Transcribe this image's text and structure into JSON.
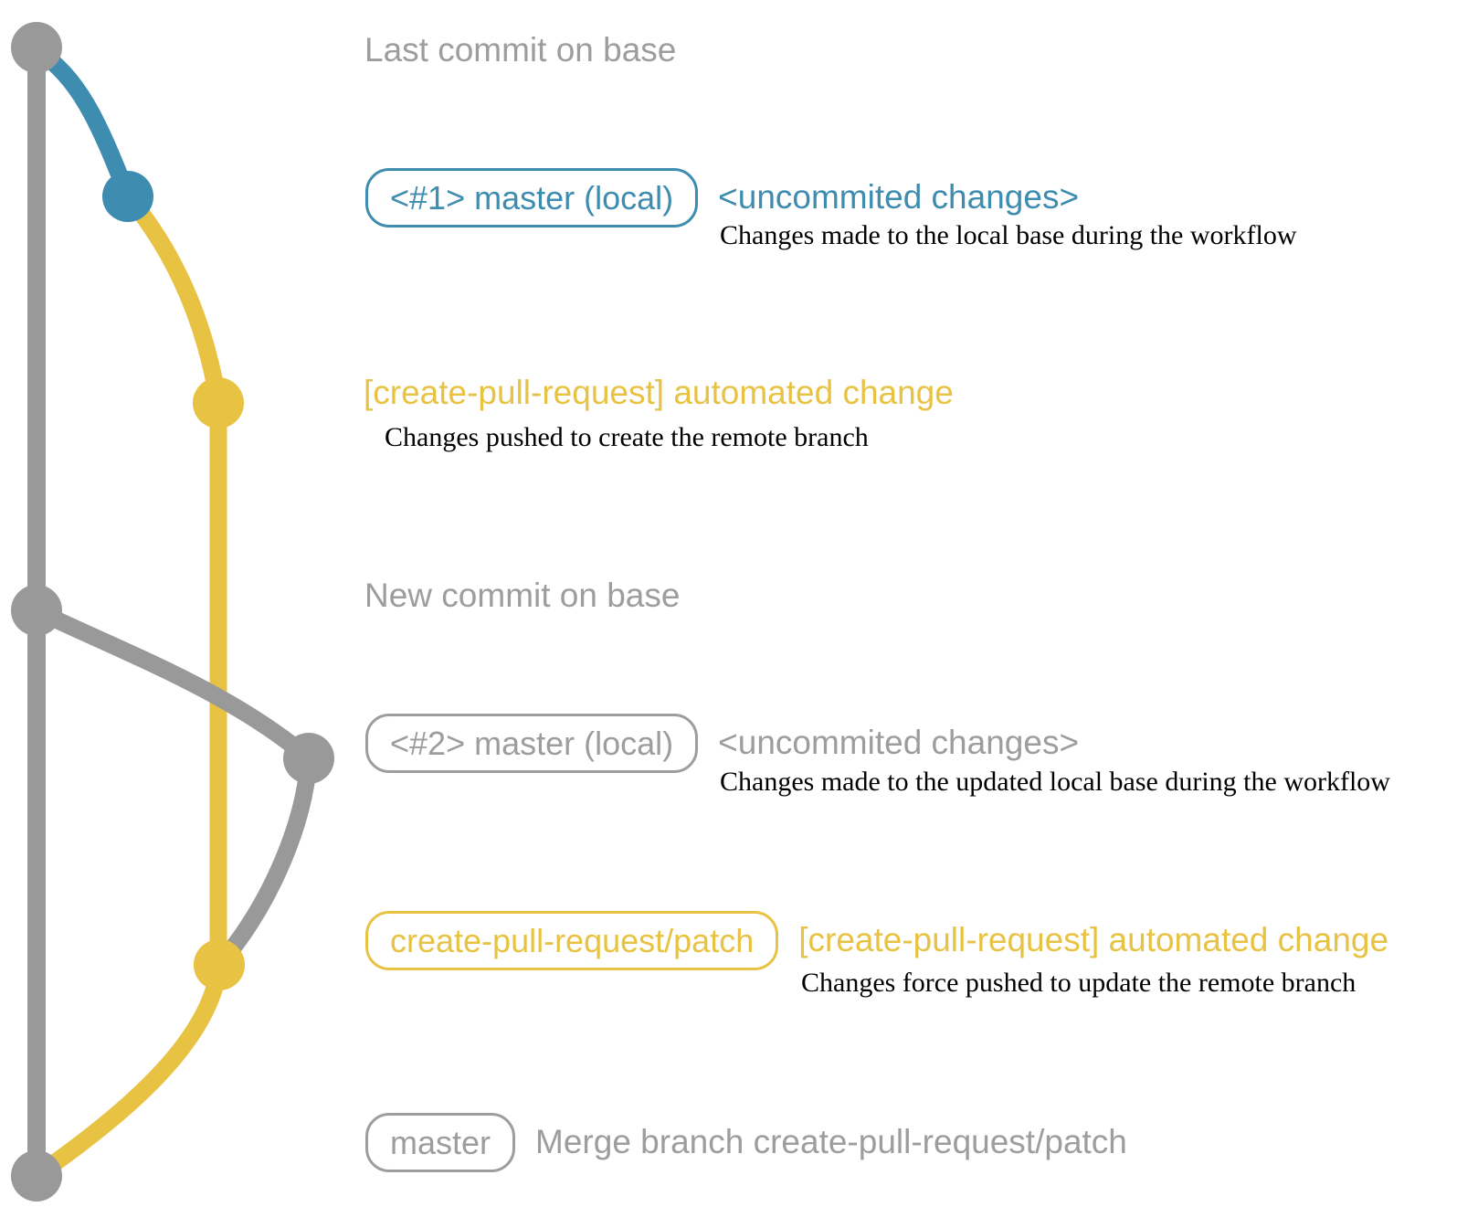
{
  "colors": {
    "gray": "#999999",
    "text_gray": "#9D9D9D",
    "blue": "#3E8CB0",
    "yellow": "#E8C343",
    "caption_black": "#000000",
    "pill_fill": "#ffffff"
  },
  "graph": {
    "type": "git-branch-diagram",
    "base_branch_color": "#999999",
    "branches": [
      {
        "name": "base (master remote)",
        "color": "#999999"
      },
      {
        "name": "master (local) #1",
        "color": "#3E8CB0"
      },
      {
        "name": "create-pull-request/patch",
        "color": "#E8C343"
      },
      {
        "name": "master (local) #2",
        "color": "#999999"
      }
    ],
    "commit_dots": [
      {
        "label": "last-commit-on-base",
        "color": "gray"
      },
      {
        "label": "uncommitted-changes-1",
        "color": "blue"
      },
      {
        "label": "automated-change-1",
        "color": "yellow"
      },
      {
        "label": "new-commit-on-base",
        "color": "gray"
      },
      {
        "label": "uncommitted-changes-2",
        "color": "gray"
      },
      {
        "label": "automated-change-2",
        "color": "yellow"
      },
      {
        "label": "merge-commit-on-base",
        "color": "gray"
      }
    ]
  },
  "rows": {
    "last_commit": {
      "label": "Last commit on base"
    },
    "row1": {
      "pill": "<#1> master (local)",
      "message": "<uncommited changes>",
      "caption": "Changes made to the local base during the workflow"
    },
    "row2": {
      "message": "[create-pull-request] automated change",
      "caption": "Changes pushed to create the remote branch"
    },
    "new_commit": {
      "label": "New commit on base"
    },
    "row3": {
      "pill": "<#2> master (local)",
      "message": "<uncommited changes>",
      "caption": "Changes made to the updated local base during the workflow"
    },
    "row4": {
      "pill": "create-pull-request/patch",
      "message": "[create-pull-request] automated change",
      "caption": "Changes force pushed to update the remote branch"
    },
    "row5": {
      "pill": "master",
      "message": "Merge branch create-pull-request/patch"
    }
  }
}
